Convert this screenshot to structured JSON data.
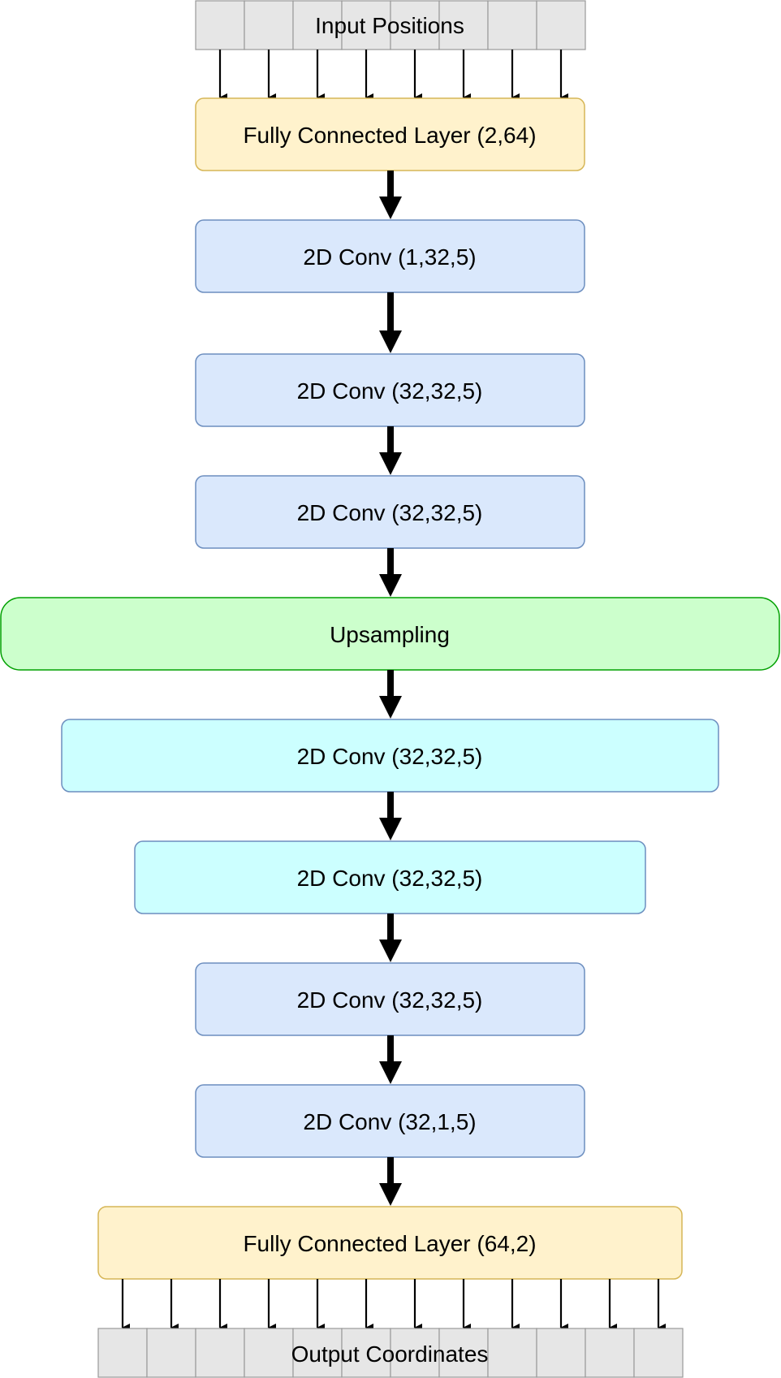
{
  "diagram": {
    "input_label": "Input Positions",
    "output_label": "Output Coordinates",
    "layers": [
      {
        "label": "Fully Connected Layer (2,64)",
        "kind": "fully-connected"
      },
      {
        "label": "2D Conv (1,32,5)",
        "kind": "conv"
      },
      {
        "label": "2D Conv (32,32,5)",
        "kind": "conv"
      },
      {
        "label": "2D Conv (32,32,5)",
        "kind": "conv"
      },
      {
        "label": "Upsampling",
        "kind": "upsampling"
      },
      {
        "label": "2D Conv (32,32,5)",
        "kind": "conv-wide"
      },
      {
        "label": "2D Conv (32,32,5)",
        "kind": "conv-wide"
      },
      {
        "label": "2D Conv (32,32,5)",
        "kind": "conv"
      },
      {
        "label": "2D Conv (32,1,5)",
        "kind": "conv"
      },
      {
        "label": "Fully Connected Layer (64,2)",
        "kind": "fully-connected"
      }
    ],
    "colors": {
      "fully_connected_fill": "#FFF2CC",
      "fully_connected_stroke": "#D6B656",
      "conv_fill": "#DAE8FC",
      "conv_stroke": "#6C8EBF",
      "conv_wide_fill": "#CCFFFF",
      "conv_wide_stroke": "#6C8EBF",
      "upsampling_fill": "#CCFFCC",
      "upsampling_stroke": "#00A000",
      "array_fill": "#E6E6E6",
      "array_stroke": "#999999"
    }
  }
}
